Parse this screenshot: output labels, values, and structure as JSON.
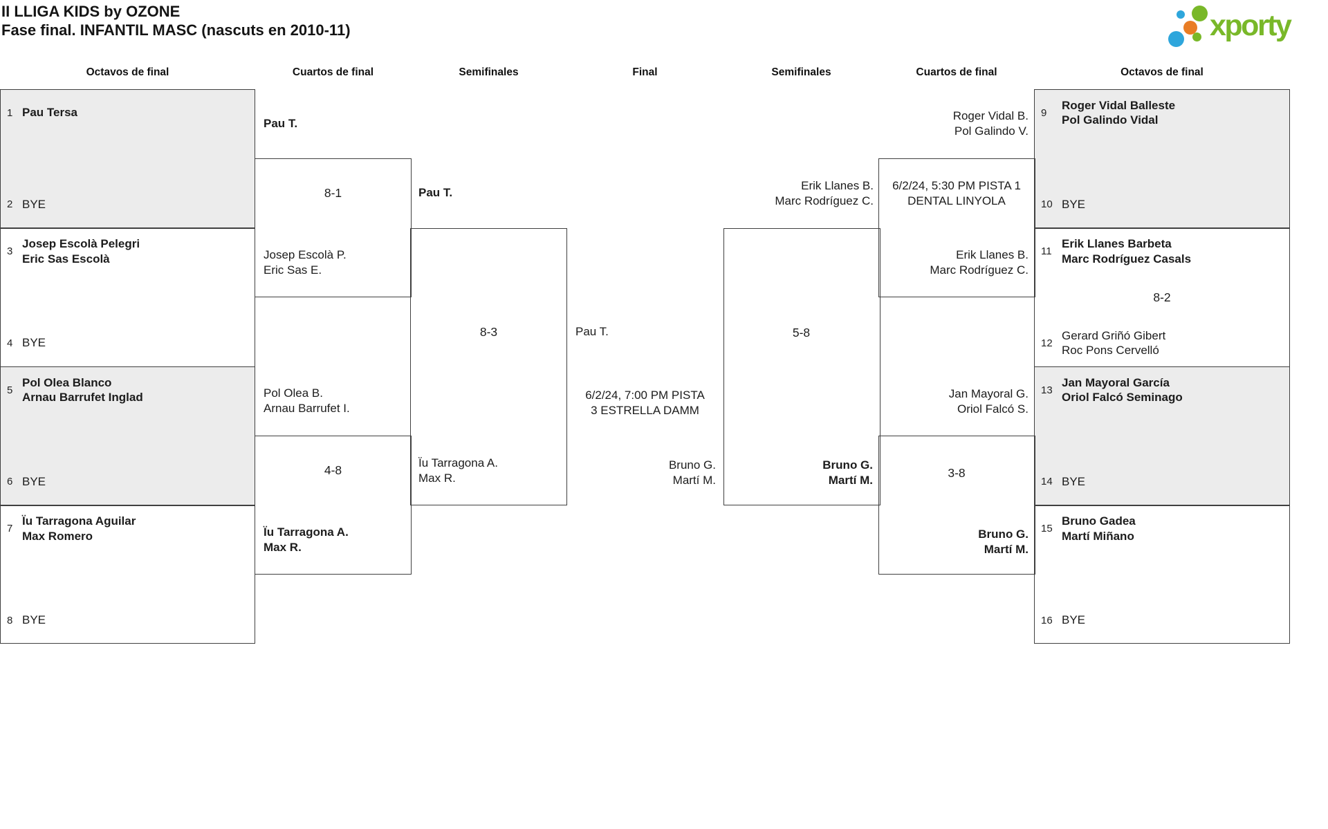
{
  "title": {
    "line1": "II LLIGA KIDS by OZONE",
    "line2": "Fase final. INFANTIL MASC (nascuts en 2010-11)"
  },
  "logo": {
    "text": "xporty",
    "colors": {
      "green": "#79b829",
      "blue": "#2ea6dc",
      "orange": "#e97d25"
    }
  },
  "headers": {
    "l_octavos": "Octavos de final",
    "l_cuartos": "Cuartos de final",
    "l_semis": "Semifinales",
    "final": "Final",
    "r_semis": "Semifinales",
    "r_cuartos": "Cuartos de final",
    "r_octavos": "Octavos de final"
  },
  "octavos_left": {
    "s1": {
      "num": "1",
      "l1": "Pau Tersa"
    },
    "s2": {
      "num": "2",
      "l1": "BYE"
    },
    "s3": {
      "num": "3",
      "l1": "Josep Escolà Pelegri",
      "l2": "Eric Sas Escolà"
    },
    "s4": {
      "num": "4",
      "l1": "BYE"
    },
    "s5": {
      "num": "5",
      "l1": "Pol Olea Blanco",
      "l2": "Arnau Barrufet Inglad"
    },
    "s6": {
      "num": "6",
      "l1": "BYE"
    },
    "s7": {
      "num": "7",
      "l1": "Ïu Tarragona Aguilar",
      "l2": "Max Romero"
    },
    "s8": {
      "num": "8",
      "l1": "BYE"
    }
  },
  "octavos_right": {
    "s9": {
      "num": "9",
      "l1": "Roger Vidal Balleste",
      "l2": "Pol Galindo Vidal"
    },
    "s10": {
      "num": "10",
      "l1": "BYE"
    },
    "s11": {
      "num": "11",
      "l1": "Erik Llanes Barbeta",
      "l2": "Marc Rodríguez Casals"
    },
    "score_11_12": "8-2",
    "s12": {
      "num": "12",
      "l1": "Gerard Griñó Gibert",
      "l2": "Roc Pons Cervelló"
    },
    "s13": {
      "num": "13",
      "l1": "Jan Mayoral García",
      "l2": "Oriol Falcó Seminago"
    },
    "s14": {
      "num": "14",
      "l1": "BYE"
    },
    "s15": {
      "num": "15",
      "l1": "Bruno Gadea",
      "l2": "Martí Miñano"
    },
    "s16": {
      "num": "16",
      "l1": "BYE"
    }
  },
  "cuartos_left": {
    "m1": {
      "top1": "Pau T.",
      "score": "8-1",
      "bot1": "Josep Escolà P.",
      "bot2": "Eric Sas E."
    },
    "m2": {
      "top1": "Pol Olea B.",
      "top2": "Arnau Barrufet I.",
      "score": "4-8",
      "bot1": "Ïu Tarragona A.",
      "bot2": "Max R."
    }
  },
  "semis_left": {
    "top1": "Pau T.",
    "score": "8-3",
    "bot1": "Ïu Tarragona A.",
    "bot2": "Max R."
  },
  "final": {
    "left1": "Pau T.",
    "info1": "6/2/24, 7:00 PM PISTA",
    "info2": "3 ESTRELLA DAMM",
    "right1": "Bruno G.",
    "right2": "Martí M."
  },
  "semis_right": {
    "top1": "Erik Llanes B.",
    "top2": "Marc Rodríguez C.",
    "score": "5-8",
    "bot1": "Bruno G.",
    "bot2": "Martí M."
  },
  "cuartos_right": {
    "m1": {
      "top1": "Roger Vidal B.",
      "top2": "Pol Galindo V.",
      "info1": "6/2/24, 5:30 PM PISTA 1",
      "info2": "DENTAL LINYOLA",
      "bot1": "Erik Llanes B.",
      "bot2": "Marc Rodríguez C."
    },
    "m2": {
      "top1": "Jan Mayoral G.",
      "top2": "Oriol Falcó S.",
      "score": "3-8",
      "bot1": "Bruno G.",
      "bot2": "Martí M."
    }
  }
}
